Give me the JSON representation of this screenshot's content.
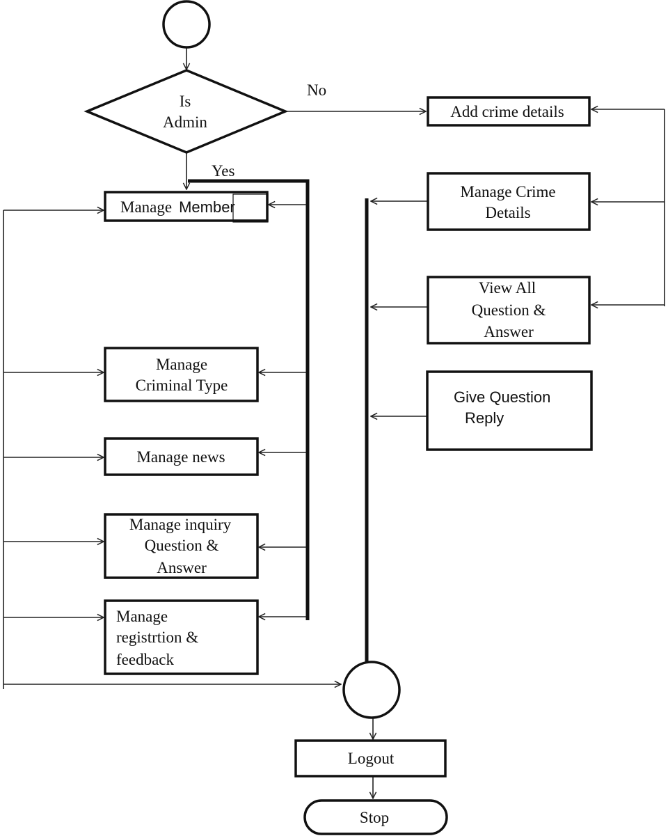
{
  "nodes": {
    "decision": {
      "line1": "Is",
      "line2": "Admin"
    },
    "manage_member": {
      "label_a": "Manage",
      "label_b": "Member"
    },
    "manage_criminal_type": {
      "line1": "Manage",
      "line2": "Criminal Type"
    },
    "manage_news": {
      "line1": "Manage news"
    },
    "manage_inquiry": {
      "line1": "Manage inquiry",
      "line2": "Question &",
      "line3": "Answer"
    },
    "manage_registration": {
      "line1": "Manage",
      "line2": "registrtion &",
      "line3": "feedback"
    },
    "add_crime_details": {
      "line1": "Add crime details"
    },
    "manage_crime_details": {
      "line1": "Manage Crime",
      "line2": "Details"
    },
    "view_all_qa": {
      "line1": "View All",
      "line2": "Question &",
      "line3": "Answer"
    },
    "give_question_reply": {
      "line1": "Give Question",
      "line2": "Reply"
    },
    "logout": {
      "line1": "Logout"
    },
    "stop": {
      "line1": "Stop"
    }
  },
  "edge_labels": {
    "no": "No",
    "yes": "Yes"
  }
}
